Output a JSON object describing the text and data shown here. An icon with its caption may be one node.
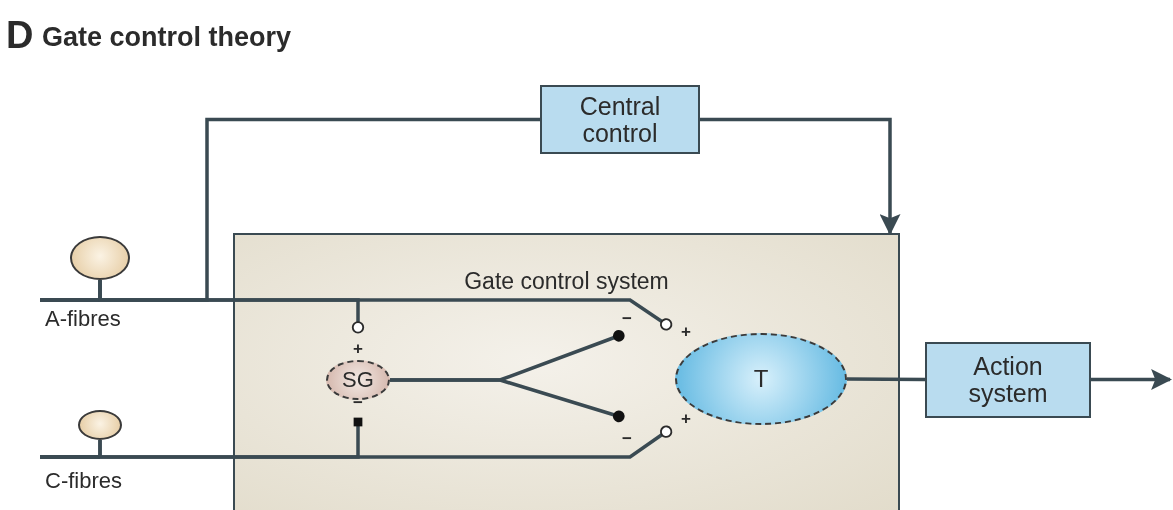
{
  "diagram": {
    "title": "Gate control theory",
    "nodes": [
      {
        "text": [
          "Gate control system"
        ]
      },
      {
        "text": [
          "Central control"
        ]
      },
      {
        "text": [],
        "shape": "circle",
        "beside": [
          "A-fibres"
        ]
      },
      {
        "text": [],
        "shape": "circle",
        "beside": [
          "C-fibres"
        ]
      },
      {
        "text": [
          "SG"
        ],
        "in": 0
      },
      {
        "text": [
          "T"
        ],
        "in": 0
      },
      {
        "text": [
          "Action system"
        ]
      }
    ],
    "edges": [
      {
        "from": 2,
        "to": 1,
        "arrow": "none"
      },
      {
        "from": 1,
        "to": 0,
        "arrow": "to"
      },
      {
        "from": 2,
        "to": 4,
        "arrow": "other",
        "label": "+"
      },
      {
        "from": 2,
        "to": 5,
        "arrow": "other",
        "label": "+"
      },
      {
        "from": 3,
        "to": 4,
        "arrow": "other",
        "label": "−"
      },
      {
        "from": 3,
        "to": 5,
        "arrow": "other",
        "label": "+"
      },
      {
        "from": 4,
        "to": 5,
        "arrow": "other",
        "label": "−"
      },
      {
        "from": 4,
        "to": 5,
        "arrow": "other",
        "label": "−"
      },
      {
        "from": 5,
        "to": 6,
        "arrow": "none"
      },
      {
        "from": 6,
        "to": null,
        "arrow": "to"
      }
    ],
    "labels": [
      "D"
    ]
  }
}
